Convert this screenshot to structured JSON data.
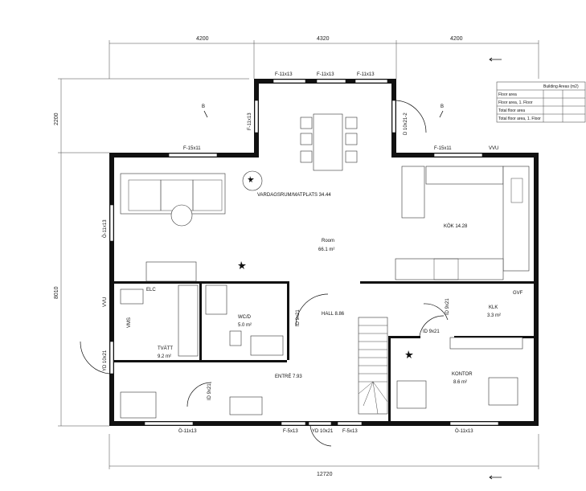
{
  "dimensions": {
    "top_left": "4200",
    "top_mid": "4320",
    "top_right": "4200",
    "left_upper": "2200",
    "left_lower": "8010",
    "bottom": "12720"
  },
  "windows": {
    "bay_1": "F-11x13",
    "bay_2": "F-11x13",
    "bay_3": "F-11x13",
    "bay_left": "F-11x13",
    "bay_door": "D 10x21-2",
    "living_top_left": "F-15x11",
    "living_top_right": "F-15x11",
    "left_upper": "Ö-11x13",
    "left_door": "YD 10x21",
    "bottom_left": "Ö-11x13",
    "bottom_f1": "F-5x13",
    "bottom_door": "YD 10x21",
    "bottom_f2": "F-5x13",
    "bottom_right": "Ö-11x13"
  },
  "rooms": {
    "living": "VARDAGSRUM/MATPLATS 34.44",
    "kitchen": "KÖK 14.28",
    "room_name": "Room",
    "room_area": "66.1 m²",
    "wc_name": "WC/D",
    "wc_area": "5.0 m²",
    "laundry_name": "TVÄTT",
    "laundry_area": "9.2 m²",
    "hall": "HALL 8.86",
    "entry": "ENTRÉ 7.93",
    "closet_name": "KLK",
    "closet_area": "3.3 m²",
    "office_name": "KONTOR",
    "office_area": "8.6 m²"
  },
  "tags": {
    "vvu_top": "VVU",
    "vvu_left": "VVU",
    "elc": "ELC",
    "vms": "VMS",
    "gvf": "GVF",
    "door_wc": "ID 9x21",
    "door_entry": "ID 9x21",
    "door_klk": "ID 9x21",
    "door_office": "ID 9x21",
    "section_b1": "B",
    "section_b2": "B"
  },
  "legend": {
    "title": "Building Areas (m2)",
    "rows": [
      "Floor area",
      "Floor area, 1. Floor",
      "Total floor area",
      "Total floor area, 1. Floor"
    ]
  }
}
